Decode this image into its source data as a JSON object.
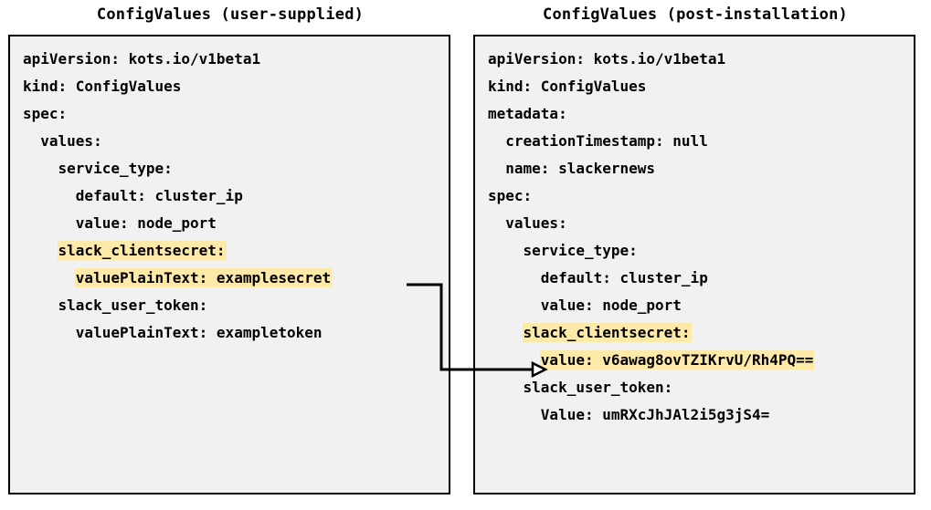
{
  "panels": [
    {
      "id": "user-supplied",
      "title": "ConfigValues (user-supplied)",
      "lines": [
        {
          "text": "apiVersion: kots.io/v1beta1",
          "highlight": false
        },
        {
          "text": "kind: ConfigValues",
          "highlight": false
        },
        {
          "text": "spec:",
          "highlight": false
        },
        {
          "text": "  values:",
          "highlight": false
        },
        {
          "text": "    service_type:",
          "highlight": false
        },
        {
          "text": "      default: cluster_ip",
          "highlight": false
        },
        {
          "text": "      value: node_port",
          "highlight": false
        },
        {
          "text": "    slack_clientsecret:",
          "highlight": true
        },
        {
          "text": "      valuePlainText: examplesecret",
          "highlight": true
        },
        {
          "text": "    slack_user_token:",
          "highlight": false
        },
        {
          "text": "      valuePlainText: exampletoken",
          "highlight": false
        }
      ]
    },
    {
      "id": "post-installation",
      "title": "ConfigValues (post-installation)",
      "lines": [
        {
          "text": "apiVersion: kots.io/v1beta1",
          "highlight": false
        },
        {
          "text": "kind: ConfigValues",
          "highlight": false
        },
        {
          "text": "metadata:",
          "highlight": false
        },
        {
          "text": "  creationTimestamp: null",
          "highlight": false
        },
        {
          "text": "  name: slackernews",
          "highlight": false
        },
        {
          "text": "spec:",
          "highlight": false
        },
        {
          "text": "  values:",
          "highlight": false
        },
        {
          "text": "    service_type:",
          "highlight": false
        },
        {
          "text": "      default: cluster_ip",
          "highlight": false
        },
        {
          "text": "      value: node_port",
          "highlight": false
        },
        {
          "text": "    slack_clientsecret:",
          "highlight": true
        },
        {
          "text": "      value: v6awag8ovTZIKrvU/Rh4PQ==",
          "highlight": true
        },
        {
          "text": "    slack_user_token:",
          "highlight": false
        },
        {
          "text": "      Value: umRXcJhJAl2i5g3jS4=",
          "highlight": false
        }
      ]
    }
  ],
  "connector": {
    "name": "secret-encryption-arrow",
    "from_label": "valuePlainText: examplesecret",
    "to_label": "value: v6awag8ovTZIKrvU/Rh4PQ=="
  },
  "colors": {
    "highlight": "#fde9a8",
    "code_background": "#f1f1f1",
    "border": "#000000",
    "text": "#000000",
    "page_background": "#ffffff"
  }
}
